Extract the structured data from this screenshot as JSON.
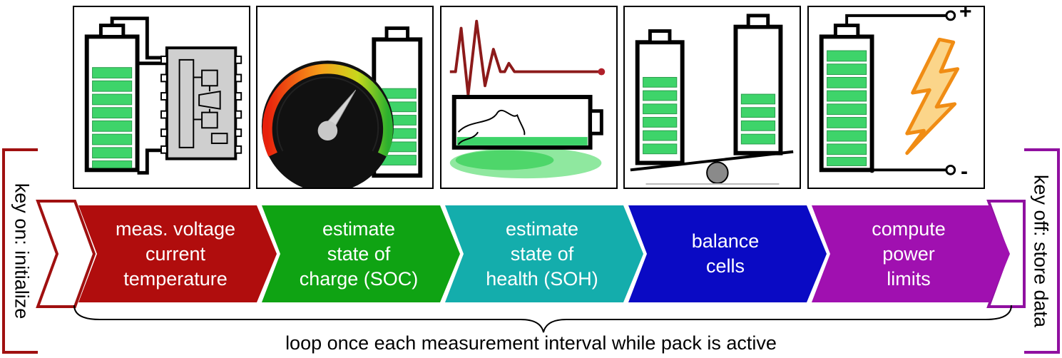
{
  "start": {
    "label": "key on: initialize",
    "color": "#a01010"
  },
  "end": {
    "label": "key off: store data",
    "color": "#9010a0"
  },
  "steps": [
    {
      "label": "meas. voltage\ncurrent\ntemperature",
      "color": "#b00d0d",
      "panel_icon": "battery-with-sensor-chip-icon"
    },
    {
      "label": "estimate\nstate of\ncharge (SOC)",
      "color": "#0fa313",
      "panel_icon": "fuel-gauge-and-battery-icon"
    },
    {
      "label": "estimate\nstate of\nhealth (SOH)",
      "color": "#14adac",
      "panel_icon": "heartbeat-and-leaking-battery-icon"
    },
    {
      "label": "balance\ncells",
      "color": "#0a0ac4",
      "panel_icon": "batteries-on-seesaw-icon"
    },
    {
      "label": "compute\npower\nlimits",
      "color": "#a010b0",
      "panel_icon": "battery-with-lightning-icon"
    }
  ],
  "terminals": {
    "plus": "+",
    "minus": "-"
  },
  "loop": {
    "label": "loop once each measurement interval while pack is active"
  }
}
